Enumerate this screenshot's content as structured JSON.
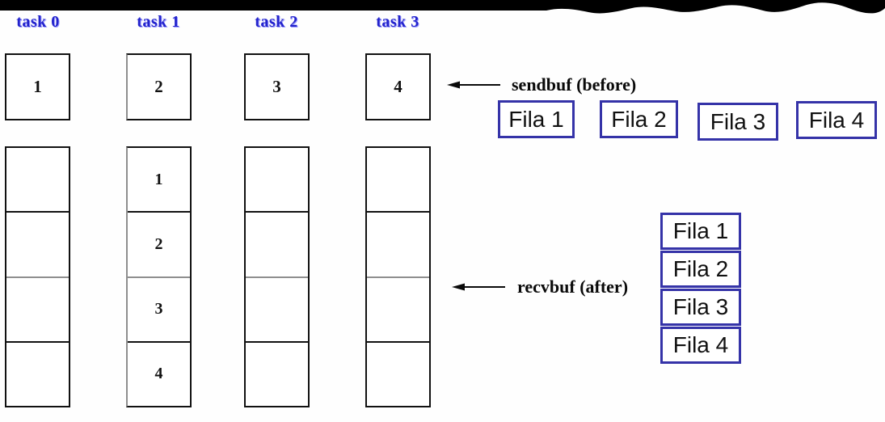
{
  "diagram": {
    "title_hint": "MPI allgather-style buffer diagram",
    "tasks": [
      {
        "label": "task 0",
        "send": "1",
        "recv": [
          "",
          "",
          "",
          ""
        ]
      },
      {
        "label": "task 1",
        "send": "2",
        "recv": [
          "1",
          "2",
          "3",
          "4"
        ]
      },
      {
        "label": "task 2",
        "send": "3",
        "recv": [
          "",
          "",
          "",
          ""
        ]
      },
      {
        "label": "task 3",
        "send": "4",
        "recv": [
          "",
          "",
          "",
          ""
        ]
      }
    ],
    "annotations": {
      "sendbuf": "sendbuf (before)",
      "recvbuf": "recvbuf (after)"
    },
    "fila_row": [
      "Fila 1",
      "Fila 2",
      "Fila 3",
      "Fila 4"
    ],
    "fila_stack": [
      "Fila 1",
      "Fila 2",
      "Fila 3",
      "Fila 4"
    ],
    "colors": {
      "task_label": "#2323cc",
      "box_border": "#111111",
      "gray_border": "#8f8f8f",
      "fila_border": "#3533a8",
      "torn_edge": "#000000"
    }
  }
}
